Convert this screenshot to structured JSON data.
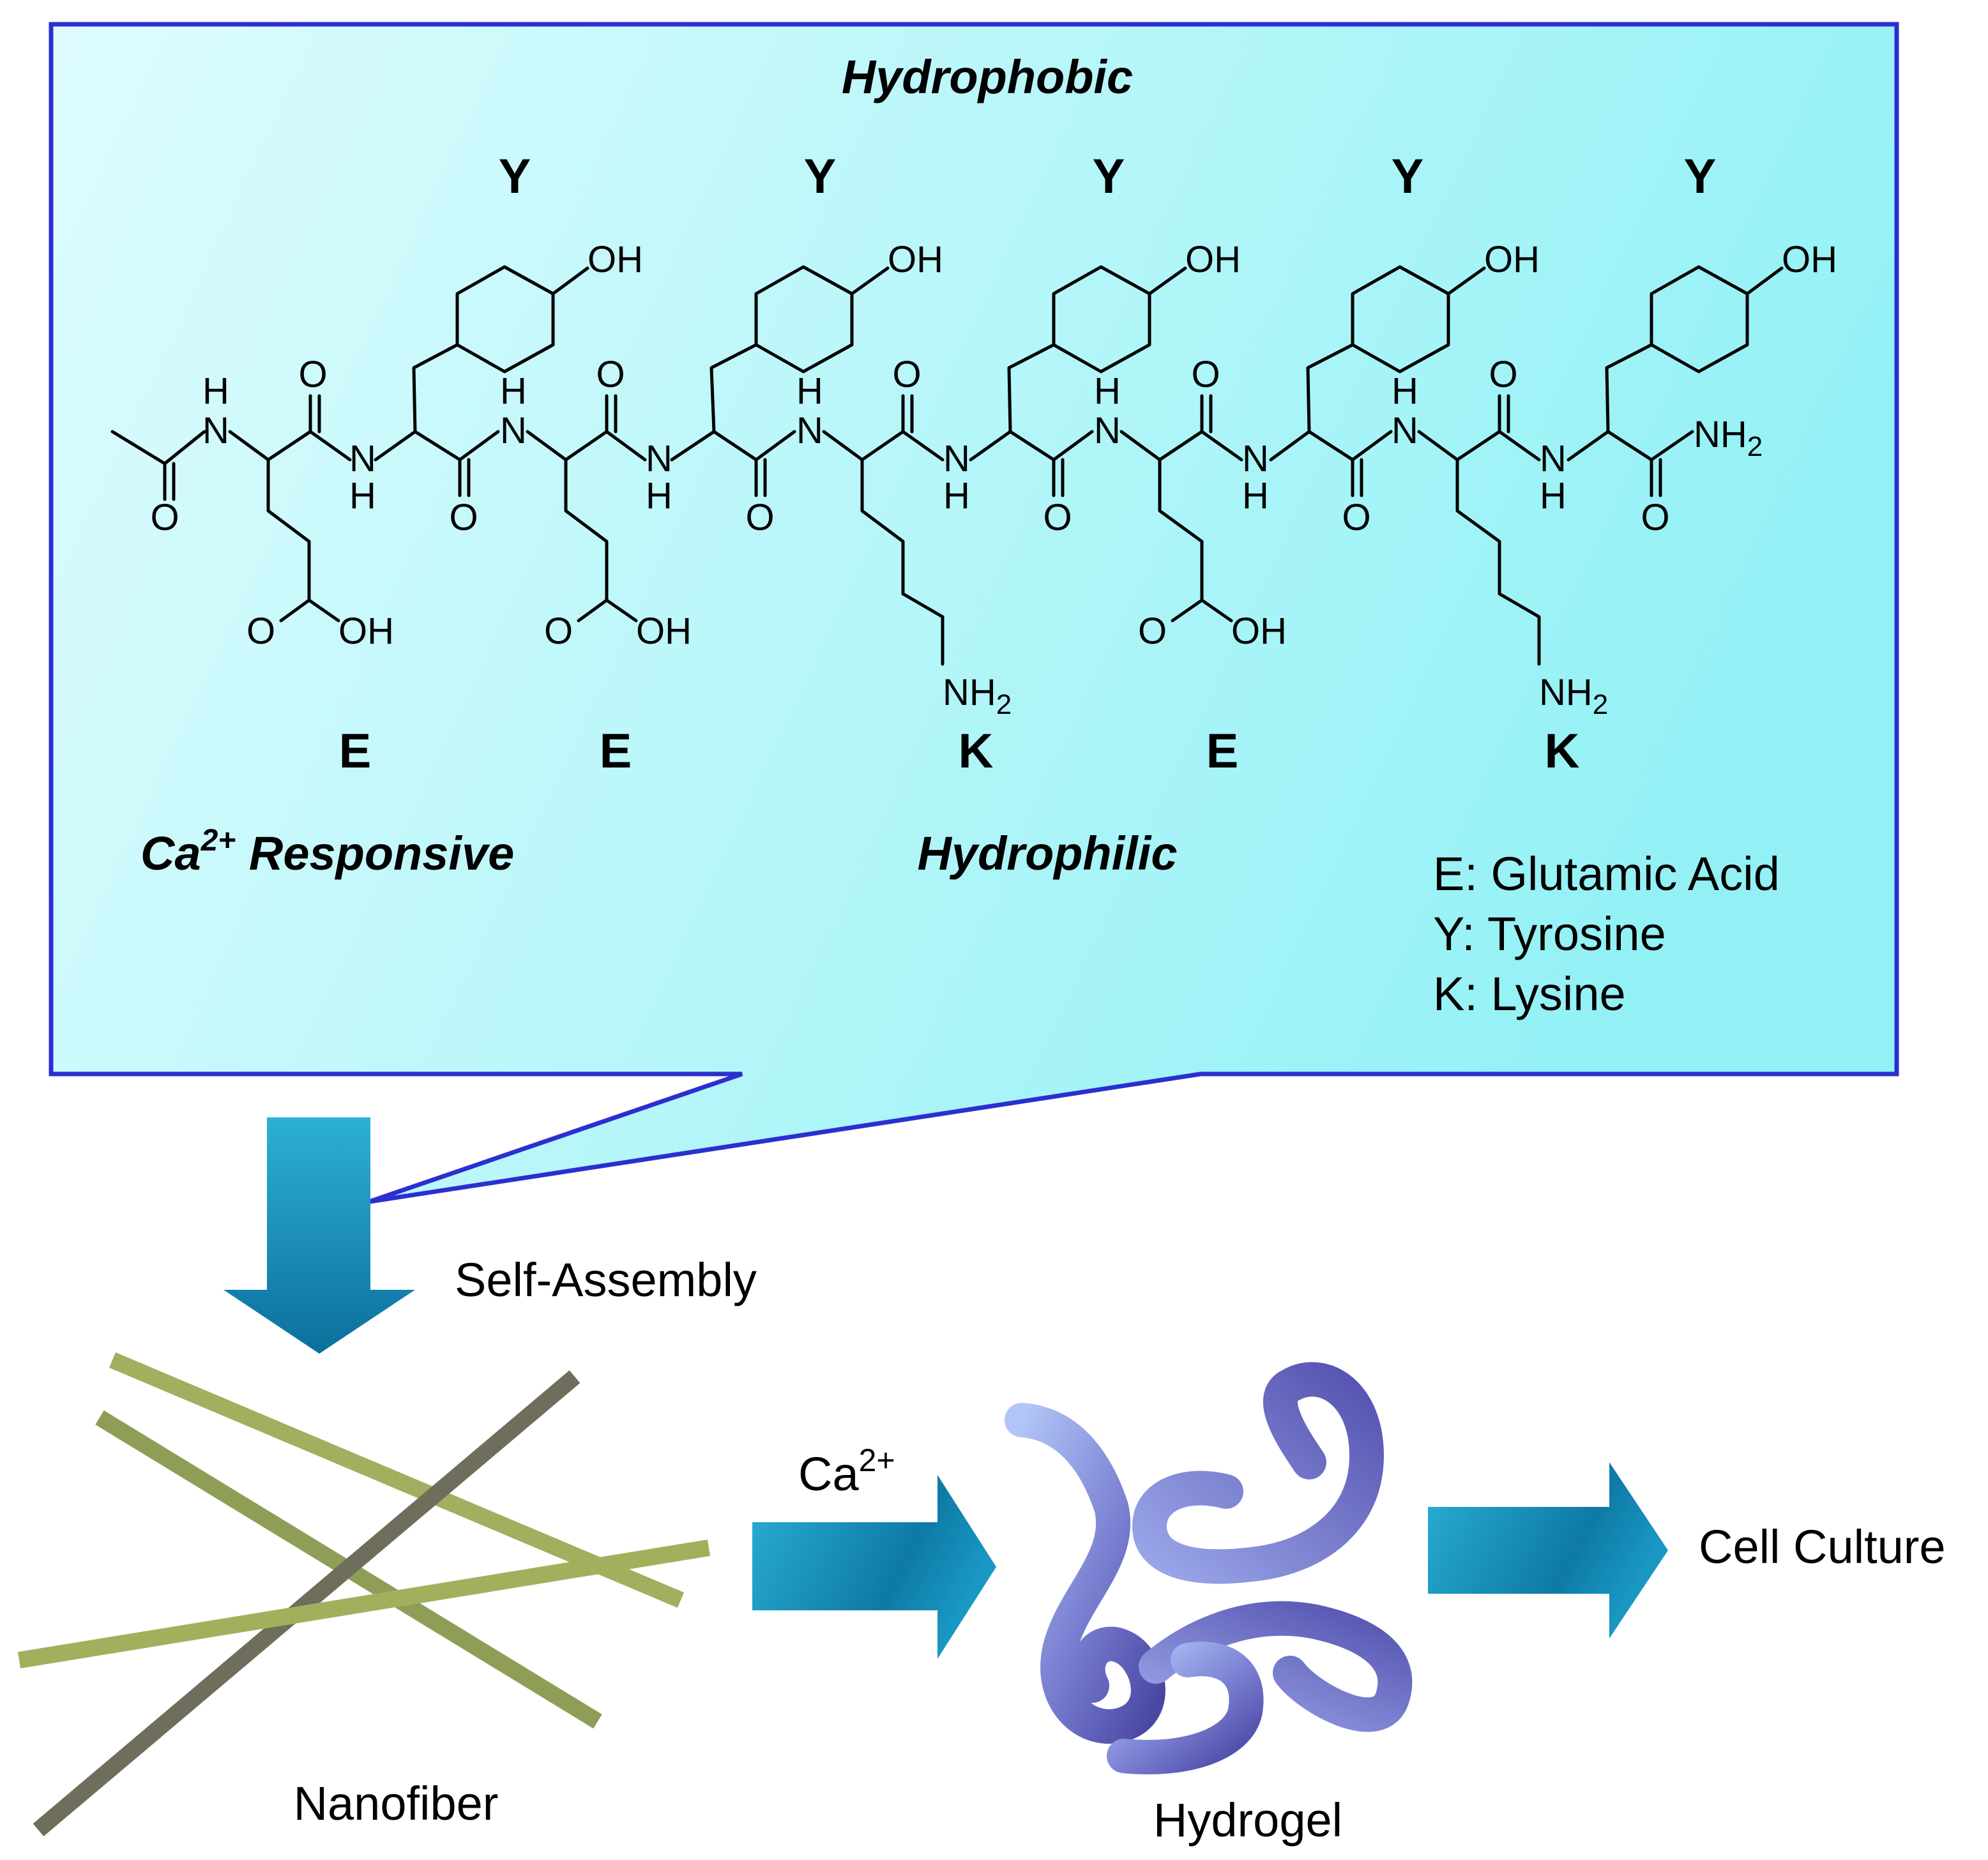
{
  "callout": {
    "top_label": "Hydrophobic",
    "left_label": "Ca",
    "left_label_sup": "2+",
    "left_label_rest": " Responsive",
    "middle_label": "Hydrophilic",
    "colors": {
      "border": "#2b2fd1",
      "fill_left": "#d9fbfe",
      "fill_right": "#95f2f6"
    }
  },
  "residues": {
    "top": [
      "Y",
      "Y",
      "Y",
      "Y",
      "Y"
    ],
    "bottom": [
      "E",
      "E",
      "K",
      "E",
      "K"
    ]
  },
  "legend": [
    "E: Glutamic Acid",
    "Y: Tyrosine",
    "K: Lysine"
  ],
  "chem_atoms": {
    "OH": "OH",
    "O": "O",
    "N": "N",
    "H": "H",
    "NH2": "NH",
    "sub2": "2"
  },
  "flow": {
    "self_assembly": "Self-Assembly",
    "nanofiber": "Nanofiber",
    "ca": "Ca",
    "ca_sup": "2+",
    "hydrogel": "Hydrogel",
    "cell_culture": "Cell Culture",
    "colors": {
      "arrow_light": "#2aa6cf",
      "arrow_dark": "#0f78a4",
      "fiber_green": "#a3ae5e",
      "fiber_gray": "#66665a",
      "gel_light": "#a9bdf2",
      "gel_dark": "#4b4aa8"
    }
  }
}
